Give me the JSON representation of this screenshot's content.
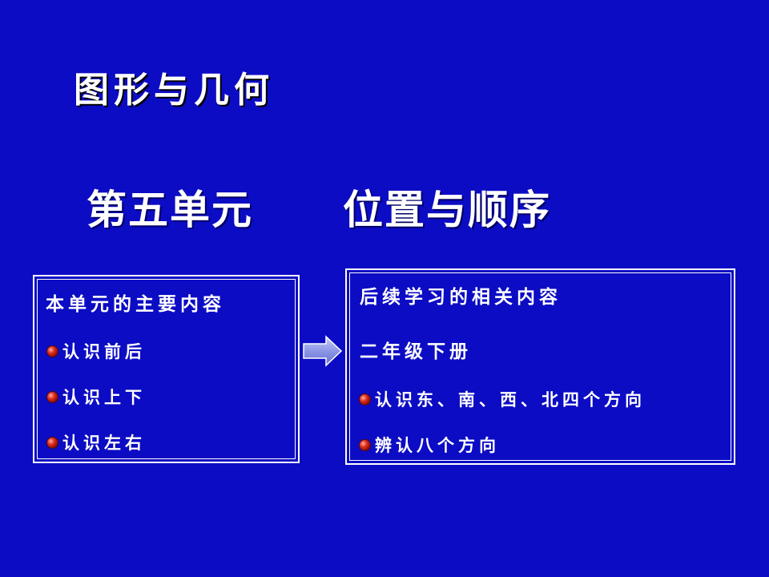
{
  "title": "图形与几何",
  "unit": {
    "number": "第五单元",
    "name": "位置与顺序"
  },
  "left_box": {
    "heading": "本单元的主要内容",
    "items": [
      "认识前后",
      "认识上下",
      "认识左右"
    ]
  },
  "right_box": {
    "heading": "后续学习的相关内容",
    "grade": "二年级下册",
    "items": [
      "认识东、南、西、北四个方向",
      "辨认八个方向"
    ]
  },
  "icons": {
    "bullet": "red-ball-bullet-icon",
    "arrow": "right-arrow-icon"
  },
  "colors": {
    "background": "#0c0cc4",
    "text": "#ffffff",
    "bullet": "#c02010",
    "arrow_fill": "#8c96e6"
  }
}
